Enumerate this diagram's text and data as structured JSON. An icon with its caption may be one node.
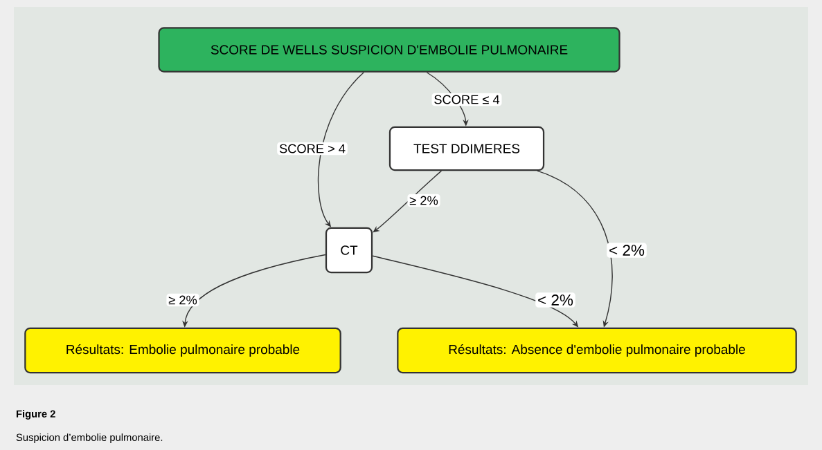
{
  "diagram": {
    "title": "Figure 2",
    "caption": "Suspicion d’embolie pulmonaire.",
    "nodes": [
      {
        "text": [
          "SCORE DE WELLS SUSPICION D'EMBOLIE PULMONAIRE"
        ]
      },
      {
        "text": [
          "TEST DDIMERES"
        ]
      },
      {
        "text": [
          "CT"
        ]
      },
      {
        "text": [
          "Résultats: Embolie pulmonaire probable"
        ]
      },
      {
        "text": [
          "Résultats: Absence d'embolie pulmonaire probable"
        ]
      }
    ],
    "edges": [
      {
        "from": 0,
        "to": 2,
        "arrow": "to",
        "label": "SCORE > 4"
      },
      {
        "from": 0,
        "to": 1,
        "arrow": "to",
        "label": "SCORE ≤ 4"
      },
      {
        "from": 1,
        "to": 2,
        "arrow": "to",
        "label": "≥ 2%"
      },
      {
        "from": 1,
        "to": 4,
        "arrow": "to",
        "label": "< 2%"
      },
      {
        "from": 2,
        "to": 3,
        "arrow": "to",
        "label": "≥ 2%"
      },
      {
        "from": 2,
        "to": 4,
        "arrow": "to",
        "label": "< 2%"
      }
    ]
  }
}
